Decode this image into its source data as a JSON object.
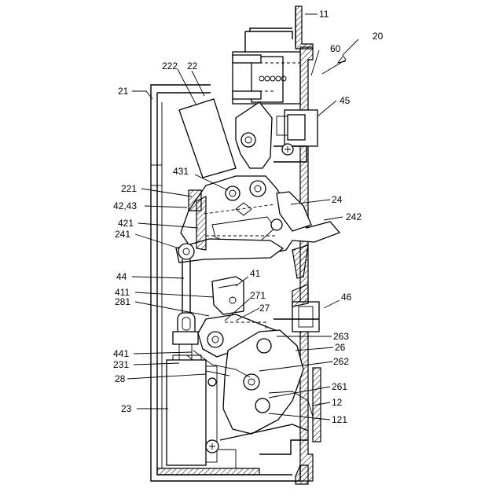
{
  "labels": {
    "l11": "11",
    "l20": "20",
    "l60": "60",
    "l222": "222",
    "l22": "22",
    "l21": "21",
    "l45": "45",
    "l431": "431",
    "l221": "221",
    "l24": "24",
    "l4243": "42,43",
    "l242": "242",
    "l421": "421",
    "l241": "241",
    "l44": "44",
    "l41": "41",
    "l411": "411",
    "l46": "46",
    "l271": "271",
    "l281": "281",
    "l27": "27",
    "l263": "263",
    "l26": "26",
    "l441": "441",
    "l262": "262",
    "l231": "231",
    "l28": "28",
    "l261": "261",
    "l23": "23",
    "l12": "12",
    "l121": "121"
  }
}
